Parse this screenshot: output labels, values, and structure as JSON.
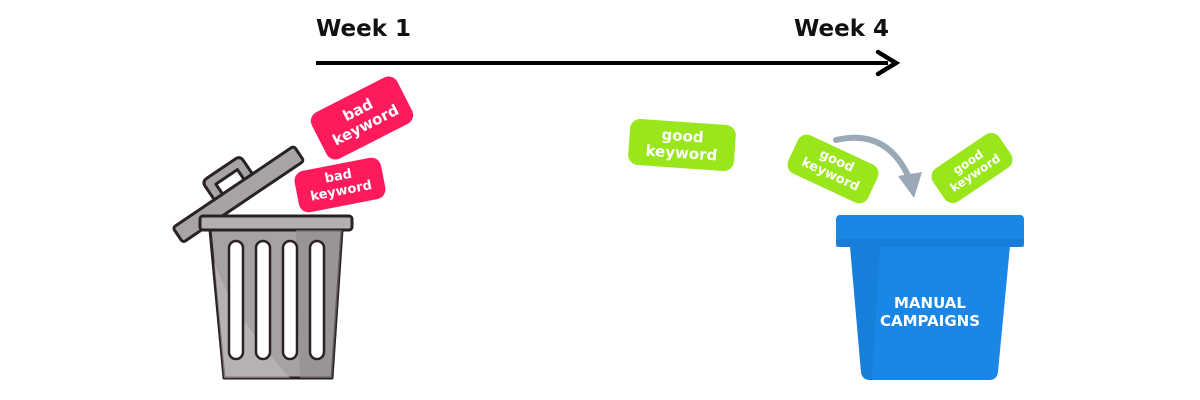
{
  "timeline": {
    "start_label": "Week 1",
    "end_label": "Week 4"
  },
  "bad_keyword_tags": [
    {
      "line1": "bad",
      "line2": "keyword"
    },
    {
      "line1": "bad",
      "line2": "keyword"
    }
  ],
  "good_keyword_tags": [
    {
      "line1": "good",
      "line2": "keyword"
    },
    {
      "line1": "good",
      "line2": "keyword"
    },
    {
      "line1": "good",
      "line2": "keyword"
    }
  ],
  "bucket": {
    "label": "MANUAL\nCAMPAIGNS"
  },
  "colors": {
    "bad_tag": "#ff1a5c",
    "good_tag": "#99e61a",
    "bucket": "#1a87e6",
    "trash_can": "#a6a2a2",
    "arrow": "#9aa9b5",
    "timeline": "#000000"
  },
  "icons": {
    "trash": "trash-can-icon",
    "bucket": "bucket-icon",
    "curved_arrow": "curved-arrow-icon"
  }
}
